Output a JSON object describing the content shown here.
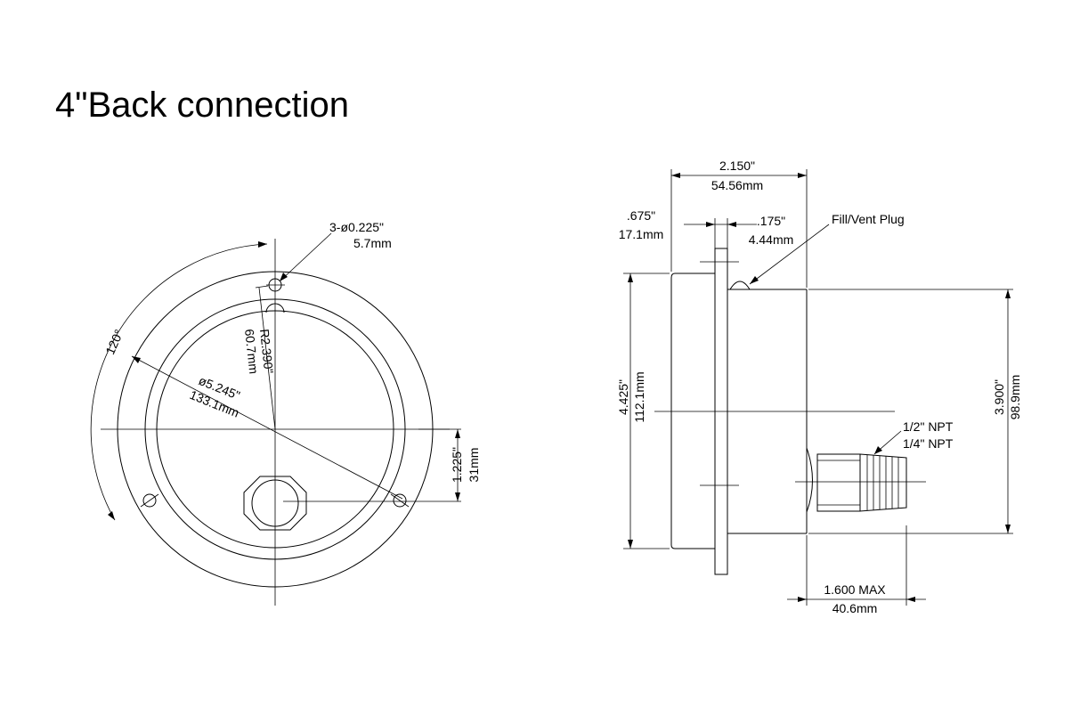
{
  "title": "4\"Back connection",
  "front_view": {
    "mount_hole": {
      "line1": "3-ø0.225\"",
      "line2": "5.7mm"
    },
    "radius": {
      "line1": "R2.390\"",
      "line2": "60.7mm"
    },
    "angle": "120°",
    "diameter": {
      "line1": "ø5.245\"",
      "line2": "133.1mm"
    },
    "offset": {
      "line1": "1.225\"",
      "line2": "31mm"
    }
  },
  "side_view": {
    "depth": {
      "line1": "2.150\"",
      "line2": "54.56mm"
    },
    "flange_depth": {
      "line1": ".675\"",
      "line2": "17.1mm"
    },
    "flange_thickness": {
      "line1": ".175\"",
      "line2": "4.44mm"
    },
    "fill_plug": "Fill/Vent Plug",
    "flange_height": {
      "line1": "4.425\"",
      "line2": "112.1mm"
    },
    "case_height": {
      "line1": "3.900\"",
      "line2": "98.9mm"
    },
    "connection": {
      "line1": "1/2\" NPT",
      "line2": "1/4\" NPT"
    },
    "socket_length": {
      "line1": "1.600 MAX",
      "line2": "40.6mm"
    }
  }
}
